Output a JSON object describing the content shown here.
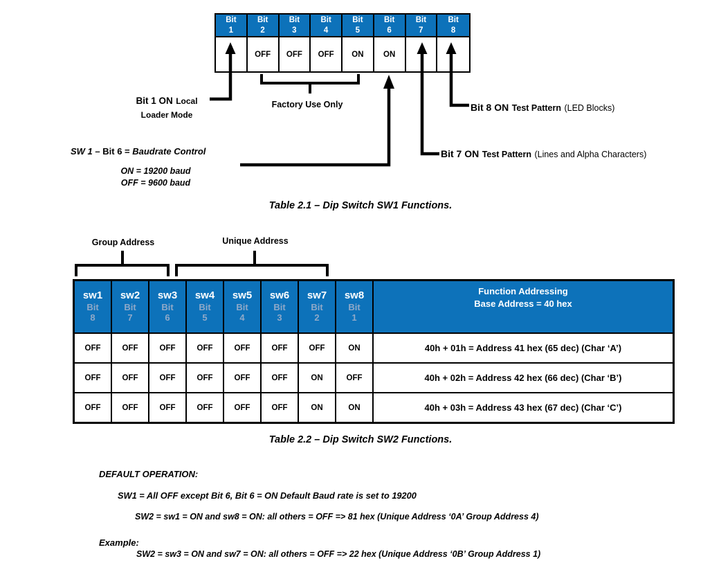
{
  "colors": {
    "header_blue": "#0D72BA",
    "bit_label_blue": "#8FA9C8",
    "line_black": "#000000"
  },
  "table1": {
    "header_prefix": "Bit",
    "bit_numbers": [
      "1",
      "2",
      "3",
      "4",
      "5",
      "6",
      "7",
      "8"
    ],
    "values": [
      "",
      "OFF",
      "OFF",
      "OFF",
      "ON",
      "ON",
      "",
      ""
    ],
    "arrow_icon": "up-arrow"
  },
  "annotations": {
    "bit1": {
      "strong": "Bit 1 ON",
      "rest": "Local Loader Mode"
    },
    "factory": "Factory Use Only",
    "bit8": {
      "strong": "Bit 8 ON",
      "mid": "Test Pattern",
      "paren": "(LED Blocks)"
    },
    "bit7": {
      "strong": "Bit 7 ON",
      "mid": "Test Pattern",
      "paren": "(Lines and Alpha Characters)"
    },
    "sw1_bit6": {
      "s1": "SW 1 – ",
      "s2": "Bit 6 = ",
      "s3": "Baudrate Control"
    },
    "baud_on": "ON = 19200 baud",
    "baud_off": "OFF = 9600 baud",
    "group": "Group Address",
    "unique": "Unique Address"
  },
  "captions": {
    "table1": "Table 2.1 – Dip Switch SW1 Functions.",
    "table2": "Table 2.2 – Dip Switch SW2 Functions."
  },
  "table2": {
    "header": {
      "switches": [
        {
          "sw": "sw1",
          "bit": "Bit",
          "num": "8"
        },
        {
          "sw": "sw2",
          "bit": "Bit",
          "num": "7"
        },
        {
          "sw": "sw3",
          "bit": "Bit",
          "num": "6"
        },
        {
          "sw": "sw4",
          "bit": "Bit",
          "num": "5"
        },
        {
          "sw": "sw5",
          "bit": "Bit",
          "num": "4"
        },
        {
          "sw": "sw6",
          "bit": "Bit",
          "num": "3"
        },
        {
          "sw": "sw7",
          "bit": "Bit",
          "num": "2"
        },
        {
          "sw": "sw8",
          "bit": "Bit",
          "num": "1"
        }
      ],
      "function_line1": "Function Addressing",
      "function_line2": "Base Address = 40 hex"
    },
    "rows": [
      {
        "cells": [
          "OFF",
          "OFF",
          "OFF",
          "OFF",
          "OFF",
          "OFF",
          "OFF",
          "ON"
        ],
        "func": "40h + 01h = Address 41 hex (65 dec) (Char ‘A’)"
      },
      {
        "cells": [
          "OFF",
          "OFF",
          "OFF",
          "OFF",
          "OFF",
          "OFF",
          "ON",
          "OFF"
        ],
        "func": "40h + 02h = Address 42 hex (66 dec) (Char ‘B’)"
      },
      {
        "cells": [
          "OFF",
          "OFF",
          "OFF",
          "OFF",
          "OFF",
          "OFF",
          "ON",
          "ON"
        ],
        "func": "40h + 03h = Address 43 hex (67 dec) (Char ‘C’)"
      }
    ]
  },
  "notes": {
    "default_heading": "DEFAULT OPERATION:",
    "line1": "SW1 = All OFF except Bit 6, Bit 6 = ON Default Baud rate is set to 19200",
    "line2": "SW2 = sw1 = ON and sw8 = ON: all others = OFF  => 81 hex (Unique Address ‘0A’ Group Address 4)",
    "example_heading": "Example:",
    "example_line": "SW2 = sw3 = ON and sw7 = ON: all others = OFF  => 22 hex (Unique Address ‘0B’ Group Address 1)"
  }
}
